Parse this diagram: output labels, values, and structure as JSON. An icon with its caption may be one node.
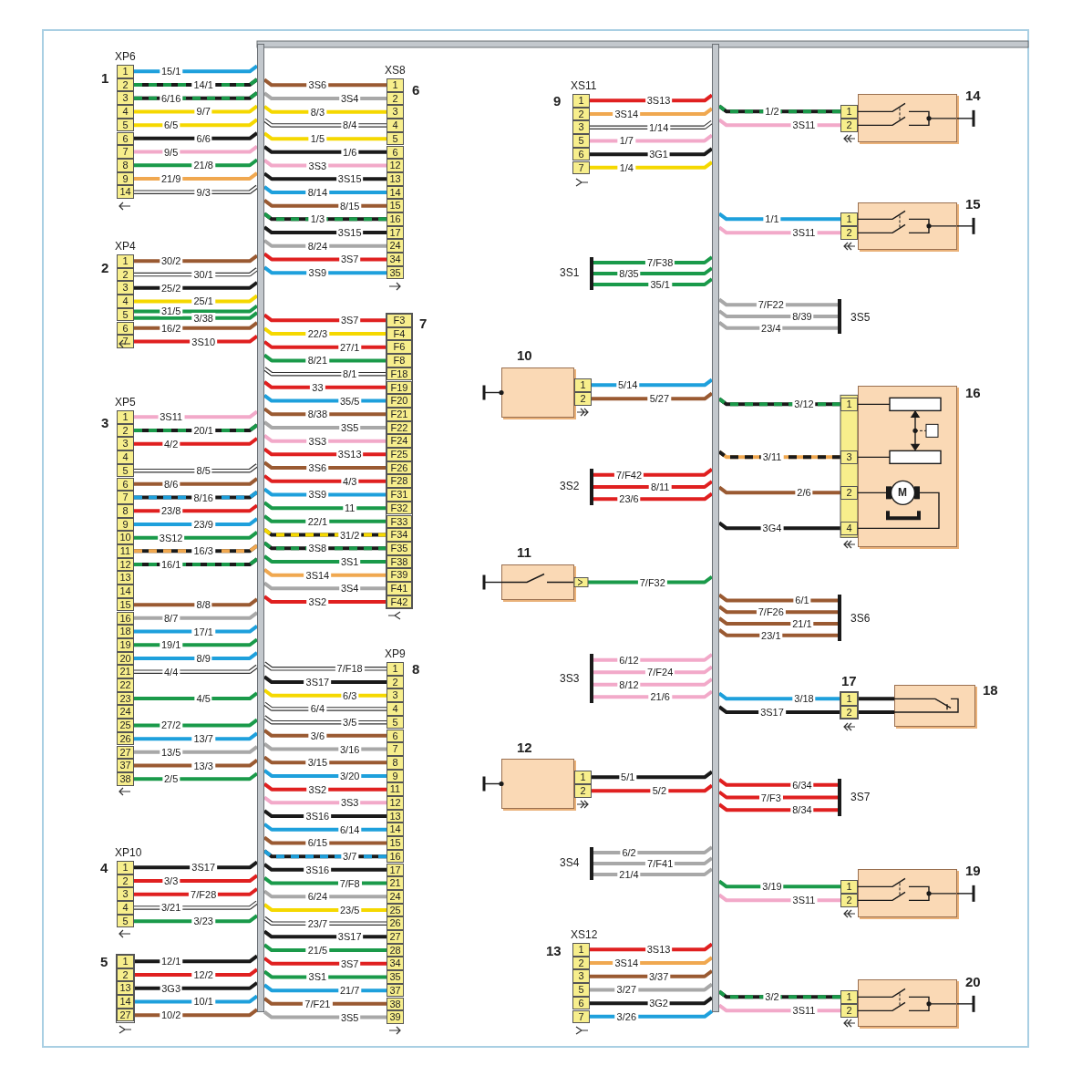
{
  "diagram": {
    "nodes": [
      {
        "text": [],
        "shape": "bar"
      },
      {
        "text": [],
        "shape": "bar"
      },
      {
        "text": [
          "XP6"
        ],
        "beside": [
          "1"
        ]
      },
      {
        "text": [
          "1"
        ],
        "in": 2
      },
      {
        "text": [
          "2"
        ],
        "in": 2
      },
      {
        "text": [
          "3"
        ],
        "in": 2
      },
      {
        "text": [
          "4"
        ],
        "in": 2
      },
      {
        "text": [
          "5"
        ],
        "in": 2
      },
      {
        "text": [
          "6"
        ],
        "in": 2
      },
      {
        "text": [
          "7"
        ],
        "in": 2
      },
      {
        "text": [
          "8"
        ],
        "in": 2
      },
      {
        "text": [
          "9"
        ],
        "in": 2
      },
      {
        "text": [
          "14"
        ],
        "in": 2
      },
      {
        "text": [
          "XP4"
        ],
        "beside": [
          "2"
        ]
      },
      {
        "text": [
          "1"
        ],
        "in": 13
      },
      {
        "text": [
          "2"
        ],
        "in": 13
      },
      {
        "text": [
          "3"
        ],
        "in": 13
      },
      {
        "text": [
          "4"
        ],
        "in": 13
      },
      {
        "text": [
          "5"
        ],
        "in": 13
      },
      {
        "text": [
          "6"
        ],
        "in": 13
      },
      {
        "text": [
          "7"
        ],
        "in": 13
      },
      {
        "text": [
          "XP5"
        ],
        "beside": [
          "3"
        ]
      },
      {
        "text": [
          "1"
        ],
        "in": 21
      },
      {
        "text": [
          "2"
        ],
        "in": 21
      },
      {
        "text": [
          "3"
        ],
        "in": 21
      },
      {
        "text": [
          "4"
        ],
        "in": 21
      },
      {
        "text": [
          "5"
        ],
        "in": 21
      },
      {
        "text": [
          "6"
        ],
        "in": 21
      },
      {
        "text": [
          "7"
        ],
        "in": 21
      },
      {
        "text": [
          "8"
        ],
        "in": 21
      },
      {
        "text": [
          "9"
        ],
        "in": 21
      },
      {
        "text": [
          "10"
        ],
        "in": 21
      },
      {
        "text": [
          "11"
        ],
        "in": 21
      },
      {
        "text": [
          "12"
        ],
        "in": 21
      },
      {
        "text": [
          "13"
        ],
        "in": 21
      },
      {
        "text": [
          "14"
        ],
        "in": 21
      },
      {
        "text": [
          "15"
        ],
        "in": 21
      },
      {
        "text": [
          "16"
        ],
        "in": 21
      },
      {
        "text": [
          "18"
        ],
        "in": 21
      },
      {
        "text": [
          "19"
        ],
        "in": 21
      },
      {
        "text": [
          "20"
        ],
        "in": 21
      },
      {
        "text": [
          "21"
        ],
        "in": 21
      },
      {
        "text": [
          "22"
        ],
        "in": 21
      },
      {
        "text": [
          "23"
        ],
        "in": 21
      },
      {
        "text": [
          "24"
        ],
        "in": 21
      },
      {
        "text": [
          "25"
        ],
        "in": 21
      },
      {
        "text": [
          "26"
        ],
        "in": 21
      },
      {
        "text": [
          "27"
        ],
        "in": 21
      },
      {
        "text": [
          "37"
        ],
        "in": 21
      },
      {
        "text": [
          "38"
        ],
        "in": 21
      },
      {
        "text": [
          "XP10"
        ],
        "beside": [
          "4"
        ]
      },
      {
        "text": [
          "1"
        ],
        "in": 50
      },
      {
        "text": [
          "2"
        ],
        "in": 50
      },
      {
        "text": [
          "3"
        ],
        "in": 50
      },
      {
        "text": [
          "4"
        ],
        "in": 50
      },
      {
        "text": [
          "5"
        ],
        "in": 50
      },
      {
        "text": [],
        "shape": "box",
        "beside": [
          "5"
        ]
      },
      {
        "text": [
          "1"
        ],
        "in": 56
      },
      {
        "text": [
          "2"
        ],
        "in": 56
      },
      {
        "text": [
          "13"
        ],
        "in": 56
      },
      {
        "text": [
          "14"
        ],
        "in": 56
      },
      {
        "text": [
          "27"
        ],
        "in": 56
      },
      {
        "text": [
          "XS8"
        ],
        "beside": [
          "6"
        ]
      },
      {
        "text": [
          "1"
        ],
        "in": 62
      },
      {
        "text": [
          "2"
        ],
        "in": 62
      },
      {
        "text": [
          "3"
        ],
        "in": 62
      },
      {
        "text": [
          "4"
        ],
        "in": 62
      },
      {
        "text": [
          "5"
        ],
        "in": 62
      },
      {
        "text": [
          "6"
        ],
        "in": 62
      },
      {
        "text": [
          "12"
        ],
        "in": 62
      },
      {
        "text": [
          "13"
        ],
        "in": 62
      },
      {
        "text": [
          "14"
        ],
        "in": 62
      },
      {
        "text": [
          "15"
        ],
        "in": 62
      },
      {
        "text": [
          "16"
        ],
        "in": 62
      },
      {
        "text": [
          "17"
        ],
        "in": 62
      },
      {
        "text": [
          "24"
        ],
        "in": 62
      },
      {
        "text": [
          "34"
        ],
        "in": 62
      },
      {
        "text": [
          "35"
        ],
        "in": 62
      },
      {
        "text": [],
        "shape": "box",
        "beside": [
          "7"
        ]
      },
      {
        "text": [
          "F3"
        ],
        "in": 78
      },
      {
        "text": [
          "F4"
        ],
        "in": 78
      },
      {
        "text": [
          "F6"
        ],
        "in": 78
      },
      {
        "text": [
          "F8"
        ],
        "in": 78
      },
      {
        "text": [
          "F18"
        ],
        "in": 78
      },
      {
        "text": [
          "F19"
        ],
        "in": 78
      },
      {
        "text": [
          "F20"
        ],
        "in": 78
      },
      {
        "text": [
          "F21"
        ],
        "in": 78
      },
      {
        "text": [
          "F22"
        ],
        "in": 78
      },
      {
        "text": [
          "F24"
        ],
        "in": 78
      },
      {
        "text": [
          "F25"
        ],
        "in": 78
      },
      {
        "text": [
          "F26"
        ],
        "in": 78
      },
      {
        "text": [
          "F28"
        ],
        "in": 78
      },
      {
        "text": [
          "F31"
        ],
        "in": 78
      },
      {
        "text": [
          "F32"
        ],
        "in": 78
      },
      {
        "text": [
          "F33"
        ],
        "in": 78
      },
      {
        "text": [
          "F34"
        ],
        "in": 78
      },
      {
        "text": [
          "F35"
        ],
        "in": 78
      },
      {
        "text": [
          "F38"
        ],
        "in": 78
      },
      {
        "text": [
          "F39"
        ],
        "in": 78
      },
      {
        "text": [
          "F41"
        ],
        "in": 78
      },
      {
        "text": [
          "F42"
        ],
        "in": 78
      },
      {
        "text": [
          "XP9"
        ],
        "beside": [
          "8"
        ]
      },
      {
        "text": [
          "1"
        ],
        "in": 101
      },
      {
        "text": [
          "2"
        ],
        "in": 101
      },
      {
        "text": [
          "3"
        ],
        "in": 101
      },
      {
        "text": [
          "4"
        ],
        "in": 101
      },
      {
        "text": [
          "5"
        ],
        "in": 101
      },
      {
        "text": [
          "6"
        ],
        "in": 101
      },
      {
        "text": [
          "7"
        ],
        "in": 101
      },
      {
        "text": [
          "8"
        ],
        "in": 101
      },
      {
        "text": [
          "9"
        ],
        "in": 101
      },
      {
        "text": [
          "11"
        ],
        "in": 101
      },
      {
        "text": [
          "12"
        ],
        "in": 101
      },
      {
        "text": [
          "13"
        ],
        "in": 101
      },
      {
        "text": [
          "14"
        ],
        "in": 101
      },
      {
        "text": [
          "15"
        ],
        "in": 101
      },
      {
        "text": [
          "16"
        ],
        "in": 101
      },
      {
        "text": [
          "17"
        ],
        "in": 101
      },
      {
        "text": [
          "21"
        ],
        "in": 101
      },
      {
        "text": [
          "24"
        ],
        "in": 101
      },
      {
        "text": [
          "25"
        ],
        "in": 101
      },
      {
        "text": [
          "26"
        ],
        "in": 101
      },
      {
        "text": [
          "27"
        ],
        "in": 101
      },
      {
        "text": [
          "28"
        ],
        "in": 101
      },
      {
        "text": [
          "34"
        ],
        "in": 101
      },
      {
        "text": [
          "35"
        ],
        "in": 101
      },
      {
        "text": [
          "37"
        ],
        "in": 101
      },
      {
        "text": [
          "38"
        ],
        "in": 101
      },
      {
        "text": [
          "39"
        ],
        "in": 101
      },
      {
        "text": [
          "XS11"
        ],
        "beside": [
          "9"
        ]
      },
      {
        "text": [
          "1"
        ],
        "in": 129
      },
      {
        "text": [
          "2"
        ],
        "in": 129
      },
      {
        "text": [
          "3"
        ],
        "in": 129
      },
      {
        "text": [
          "5"
        ],
        "in": 129
      },
      {
        "text": [
          "6"
        ],
        "in": 129
      },
      {
        "text": [
          "7"
        ],
        "in": 129
      },
      {
        "text": [],
        "shape": "bar",
        "beside": [
          "3S1"
        ]
      },
      {
        "text": [],
        "shape": "box",
        "beside": [
          "10"
        ]
      },
      {
        "text": [
          "1"
        ]
      },
      {
        "text": [
          "2"
        ]
      },
      {
        "text": [],
        "shape": "bar",
        "beside": [
          "3S2"
        ]
      },
      {
        "text": [],
        "shape": "box",
        "beside": [
          "11"
        ]
      },
      {
        "text": [],
        "shape": "bar",
        "beside": [
          "3S3"
        ]
      },
      {
        "text": [],
        "shape": "box",
        "beside": [
          "12"
        ]
      },
      {
        "text": [
          "1"
        ]
      },
      {
        "text": [
          "2"
        ]
      },
      {
        "text": [],
        "shape": "bar",
        "beside": [
          "3S4"
        ]
      },
      {
        "text": [
          "XS12"
        ],
        "beside": [
          "13"
        ]
      },
      {
        "text": [
          "1"
        ],
        "in": 147
      },
      {
        "text": [
          "2"
        ],
        "in": 147
      },
      {
        "text": [
          "3"
        ],
        "in": 147
      },
      {
        "text": [
          "5"
        ],
        "in": 147
      },
      {
        "text": [
          "6"
        ],
        "in": 147
      },
      {
        "text": [
          "7"
        ],
        "in": 147
      },
      {
        "text": [],
        "shape": "box",
        "beside": [
          "14"
        ]
      },
      {
        "text": [
          "1"
        ]
      },
      {
        "text": [
          "2"
        ]
      },
      {
        "text": [],
        "shape": "box",
        "beside": [
          "15"
        ]
      },
      {
        "text": [
          "1"
        ]
      },
      {
        "text": [
          "2"
        ]
      },
      {
        "text": [],
        "shape": "bar",
        "beside": [
          "3S5"
        ]
      },
      {
        "text": [],
        "shape": "box",
        "beside": [
          "16"
        ]
      },
      {
        "text": [
          "1"
        ]
      },
      {
        "text": [
          "3"
        ]
      },
      {
        "text": [
          "2"
        ]
      },
      {
        "text": [
          "4"
        ]
      },
      {
        "text": [],
        "shape": "bar",
        "beside": [
          "3S6"
        ]
      },
      {
        "text": [],
        "shape": "box",
        "beside": [
          "17"
        ]
      },
      {
        "text": [
          "1"
        ],
        "in": 167
      },
      {
        "text": [
          "2"
        ],
        "in": 167
      },
      {
        "text": [],
        "shape": "box",
        "beside": [
          "18"
        ]
      },
      {
        "text": [],
        "shape": "bar",
        "beside": [
          "3S7"
        ]
      },
      {
        "text": [],
        "shape": "box",
        "beside": [
          "19"
        ]
      },
      {
        "text": [
          "1"
        ]
      },
      {
        "text": [
          "2"
        ]
      },
      {
        "text": [],
        "shape": "box",
        "beside": [
          "20"
        ]
      },
      {
        "text": [
          "1"
        ]
      },
      {
        "text": [
          "2"
        ]
      }
    ],
    "edges": [
      {
        "from": 3,
        "to": 0,
        "arrow": "none",
        "label": "15/1",
        "color": "#1ea0dc"
      },
      {
        "from": 4,
        "to": 0,
        "arrow": "none",
        "label": "14/1",
        "color": "#1a9a4a",
        "style": "dashed"
      },
      {
        "from": 5,
        "to": 0,
        "arrow": "none",
        "label": "6/16",
        "color": "#1a9a4a",
        "style": "dashed"
      },
      {
        "from": 6,
        "to": 0,
        "arrow": "none",
        "label": "9/7",
        "color": "#f5d800"
      },
      {
        "from": 7,
        "to": 0,
        "arrow": "none",
        "label": "6/5",
        "color": "#f5d800"
      },
      {
        "from": 8,
        "to": 0,
        "arrow": "none",
        "label": "6/6",
        "color": "#1a1a1a"
      },
      {
        "from": 9,
        "to": 0,
        "arrow": "none",
        "label": "9/5",
        "color": "#f2a9c9"
      },
      {
        "from": 10,
        "to": 0,
        "arrow": "none",
        "label": "21/8",
        "color": "#1a9a4a"
      },
      {
        "from": 11,
        "to": 0,
        "arrow": "none",
        "label": "21/9",
        "color": "#f0a850"
      },
      {
        "from": 12,
        "to": 0,
        "arrow": "none",
        "label": "9/3",
        "color": "#ffffff"
      },
      {
        "from": 14,
        "to": 0,
        "arrow": "none",
        "label": "30/2",
        "color": "#9a5a32"
      },
      {
        "from": 15,
        "to": 0,
        "arrow": "none",
        "label": "30/1",
        "color": "#ffffff"
      },
      {
        "from": 16,
        "to": 0,
        "arrow": "none",
        "label": "25/2",
        "color": "#1a1a1a"
      },
      {
        "from": 17,
        "to": 0,
        "arrow": "none",
        "label": "25/1",
        "color": "#f5d800"
      },
      {
        "from": 18,
        "to": 0,
        "arrow": "none",
        "label": "31/5",
        "color": "#1a9a4a"
      },
      {
        "from": 18,
        "to": 0,
        "arrow": "none",
        "label": "3/38",
        "color": "#1a9a4a"
      },
      {
        "from": 19,
        "to": 0,
        "arrow": "none",
        "label": "16/2",
        "color": "#9a5a32"
      },
      {
        "from": 20,
        "to": 0,
        "arrow": "none",
        "label": "3S10",
        "color": "#e02020"
      },
      {
        "from": 22,
        "to": 0,
        "arrow": "none",
        "label": "3S11",
        "color": "#f2a9c9"
      },
      {
        "from": 23,
        "to": 0,
        "arrow": "none",
        "label": "20/1",
        "color": "#1a9a4a",
        "style": "dashed"
      },
      {
        "from": 24,
        "to": 0,
        "arrow": "none",
        "label": "4/2",
        "color": "#e02020"
      },
      {
        "from": 26,
        "to": 0,
        "arrow": "none",
        "label": "8/5",
        "color": "#ffffff"
      },
      {
        "from": 27,
        "to": 0,
        "arrow": "none",
        "label": "8/6",
        "color": "#9a5a32"
      },
      {
        "from": 28,
        "to": 0,
        "arrow": "none",
        "label": "8/16",
        "color": "#1ea0dc",
        "style": "dashed"
      },
      {
        "from": 29,
        "to": 0,
        "arrow": "none",
        "label": "23/8",
        "color": "#e02020"
      },
      {
        "from": 30,
        "to": 0,
        "arrow": "none",
        "label": "23/9",
        "color": "#1ea0dc"
      },
      {
        "from": 31,
        "to": 0,
        "arrow": "none",
        "label": "3S12",
        "color": "#1a9a4a"
      },
      {
        "from": 32,
        "to": 0,
        "arrow": "none",
        "label": "16/3",
        "color": "#f0a850",
        "style": "dashed"
      },
      {
        "from": 33,
        "to": 0,
        "arrow": "none",
        "label": "16/1",
        "color": "#1a9a4a",
        "style": "dashed"
      },
      {
        "from": 36,
        "to": 0,
        "arrow": "none",
        "label": "8/8",
        "color": "#9a5a32"
      },
      {
        "from": 37,
        "to": 0,
        "arrow": "none",
        "label": "8/7",
        "color": "#a8a8a8"
      },
      {
        "from": 38,
        "to": 0,
        "arrow": "none",
        "label": "17/1",
        "color": "#1ea0dc"
      },
      {
        "from": 39,
        "to": 0,
        "arrow": "none",
        "label": "19/1",
        "color": "#1a9a4a"
      },
      {
        "from": 40,
        "to": 0,
        "arrow": "none",
        "label": "8/9",
        "color": "#1ea0dc"
      },
      {
        "from": 41,
        "to": 0,
        "arrow": "none",
        "label": "4/4",
        "color": "#ffffff"
      },
      {
        "from": 43,
        "to": 0,
        "arrow": "none",
        "label": "4/5",
        "color": "#1a9a4a"
      },
      {
        "from": 45,
        "to": 0,
        "arrow": "none",
        "label": "27/2",
        "color": "#1a9a4a"
      },
      {
        "from": 46,
        "to": 0,
        "arrow": "none",
        "label": "13/7",
        "color": "#1ea0dc"
      },
      {
        "from": 47,
        "to": 0,
        "arrow": "none",
        "label": "13/5",
        "color": "#a8a8a8"
      },
      {
        "from": 48,
        "to": 0,
        "arrow": "none",
        "label": "13/3",
        "color": "#9a5a32"
      },
      {
        "from": 49,
        "to": 0,
        "arrow": "none",
        "label": "2/5",
        "color": "#1a9a4a"
      },
      {
        "from": 51,
        "to": 0,
        "arrow": "none",
        "label": "3S17",
        "color": "#1a1a1a"
      },
      {
        "from": 52,
        "to": 0,
        "arrow": "none",
        "label": "3/3",
        "color": "#e02020"
      },
      {
        "from": 53,
        "to": 0,
        "arrow": "none",
        "label": "7/F28",
        "color": "#e02020"
      },
      {
        "from": 54,
        "to": 0,
        "arrow": "none",
        "label": "3/21",
        "color": "#ffffff"
      },
      {
        "from": 55,
        "to": 0,
        "arrow": "none",
        "label": "3/23",
        "color": "#1a9a4a"
      },
      {
        "from": 57,
        "to": 0,
        "arrow": "none",
        "label": "12/1",
        "color": "#1a1a1a"
      },
      {
        "from": 58,
        "to": 0,
        "arrow": "none",
        "label": "12/2",
        "color": "#e02020"
      },
      {
        "from": 59,
        "to": 0,
        "arrow": "none",
        "label": "3G3",
        "color": "#1a1a1a"
      },
      {
        "from": 60,
        "to": 0,
        "arrow": "none",
        "label": "10/1",
        "color": "#1ea0dc"
      },
      {
        "from": 61,
        "to": 0,
        "arrow": "none",
        "label": "10/2",
        "color": "#9a5a32"
      },
      {
        "from": 63,
        "to": 0,
        "arrow": "none",
        "label": "3S6",
        "color": "#9a5a32"
      },
      {
        "from": 64,
        "to": 0,
        "arrow": "none",
        "label": "3S4",
        "color": "#a8a8a8"
      },
      {
        "from": 65,
        "to": 0,
        "arrow": "none",
        "label": "8/3",
        "color": "#f5d800"
      },
      {
        "from": 66,
        "to": 0,
        "arrow": "none",
        "label": "8/4",
        "color": "#ffffff"
      },
      {
        "from": 67,
        "to": 0,
        "arrow": "none",
        "label": "1/5",
        "color": "#f5d800"
      },
      {
        "from": 68,
        "to": 0,
        "arrow": "none",
        "label": "1/6",
        "color": "#1a1a1a"
      },
      {
        "from": 69,
        "to": 0,
        "arrow": "none",
        "label": "3S3",
        "color": "#f2a9c9"
      },
      {
        "from": 70,
        "to": 0,
        "arrow": "none",
        "label": "3S15",
        "color": "#1a1a1a"
      },
      {
        "from": 71,
        "to": 0,
        "arrow": "none",
        "label": "8/14",
        "color": "#1ea0dc"
      },
      {
        "from": 72,
        "to": 0,
        "arrow": "none",
        "label": "8/15",
        "color": "#9a5a32"
      },
      {
        "from": 73,
        "to": 0,
        "arrow": "none",
        "label": "1/3",
        "color": "#1a9a4a",
        "style": "dashed"
      },
      {
        "from": 74,
        "to": 0,
        "arrow": "none",
        "label": "3S15",
        "color": "#1a1a1a"
      },
      {
        "from": 75,
        "to": 0,
        "arrow": "none",
        "label": "8/24",
        "color": "#a8a8a8"
      },
      {
        "from": 76,
        "to": 0,
        "arrow": "none",
        "label": "3S7",
        "color": "#e02020"
      },
      {
        "from": 77,
        "to": 0,
        "arrow": "none",
        "label": "3S9",
        "color": "#1ea0dc"
      },
      {
        "from": 79,
        "to": 0,
        "arrow": "none",
        "label": "3S7",
        "color": "#e02020"
      },
      {
        "from": 80,
        "to": 0,
        "arrow": "none",
        "label": "22/3",
        "color": "#f5d800"
      },
      {
        "from": 81,
        "to": 0,
        "arrow": "none",
        "label": "27/1",
        "color": "#e02020"
      },
      {
        "from": 82,
        "to": 0,
        "arrow": "none",
        "label": "8/21",
        "color": "#1a9a4a"
      },
      {
        "from": 83,
        "to": 0,
        "arrow": "none",
        "label": "8/1",
        "color": "#ffffff"
      },
      {
        "from": 84,
        "to": 0,
        "arrow": "none",
        "label": "33",
        "color": "#e02020"
      },
      {
        "from": 85,
        "to": 0,
        "arrow": "none",
        "label": "35/5",
        "color": "#1ea0dc"
      },
      {
        "from": 86,
        "to": 0,
        "arrow": "none",
        "label": "8/38",
        "color": "#9a5a32"
      },
      {
        "from": 87,
        "to": 0,
        "arrow": "none",
        "label": "3S5",
        "color": "#a8a8a8"
      },
      {
        "from": 88,
        "to": 0,
        "arrow": "none",
        "label": "3S3",
        "color": "#f2a9c9"
      },
      {
        "from": 89,
        "to": 0,
        "arrow": "none",
        "label": "3S13",
        "color": "#e02020"
      },
      {
        "from": 90,
        "to": 0,
        "arrow": "none",
        "label": "3S6",
        "color": "#9a5a32"
      },
      {
        "from": 91,
        "to": 0,
        "arrow": "none",
        "label": "4/3",
        "color": "#e02020"
      },
      {
        "from": 92,
        "to": 0,
        "arrow": "none",
        "label": "3S9",
        "color": "#1ea0dc"
      },
      {
        "from": 93,
        "to": 0,
        "arrow": "none",
        "label": "11",
        "color": "#1a9a4a"
      },
      {
        "from": 94,
        "to": 0,
        "arrow": "none",
        "label": "22/1",
        "color": "#1a9a4a"
      },
      {
        "from": 95,
        "to": 0,
        "arrow": "none",
        "label": "31/2",
        "color": "#f5d800",
        "style": "dashed"
      },
      {
        "from": 96,
        "to": 0,
        "arrow": "none",
        "label": "3S8",
        "color": "#1a9a4a",
        "style": "dashed"
      },
      {
        "from": 97,
        "to": 0,
        "arrow": "none",
        "label": "3S1",
        "color": "#1a9a4a"
      },
      {
        "from": 98,
        "to": 0,
        "arrow": "none",
        "label": "3S14",
        "color": "#f0a850"
      },
      {
        "from": 99,
        "to": 0,
        "arrow": "none",
        "label": "3S4",
        "color": "#a8a8a8"
      },
      {
        "from": 100,
        "to": 0,
        "arrow": "none",
        "label": "3S2",
        "color": "#e02020"
      },
      {
        "from": 102,
        "to": 0,
        "arrow": "none",
        "label": "7/F18",
        "color": "#ffffff"
      },
      {
        "from": 103,
        "to": 0,
        "arrow": "none",
        "label": "3S17",
        "color": "#1a1a1a"
      },
      {
        "from": 104,
        "to": 0,
        "arrow": "none",
        "label": "6/3",
        "color": "#f5d800"
      },
      {
        "from": 105,
        "to": 0,
        "arrow": "none",
        "label": "6/4",
        "color": "#ffffff"
      },
      {
        "from": 106,
        "to": 0,
        "arrow": "none",
        "label": "3/5",
        "color": "#ffffff"
      },
      {
        "from": 107,
        "to": 0,
        "arrow": "none",
        "label": "3/6",
        "color": "#9a5a32"
      },
      {
        "from": 108,
        "to": 0,
        "arrow": "none",
        "label": "3/16",
        "color": "#a8a8a8"
      },
      {
        "from": 109,
        "to": 0,
        "arrow": "none",
        "label": "3/15",
        "color": "#9a5a32"
      },
      {
        "from": 110,
        "to": 0,
        "arrow": "none",
        "label": "3/20",
        "color": "#1ea0dc"
      },
      {
        "from": 111,
        "to": 0,
        "arrow": "none",
        "label": "3S2",
        "color": "#e02020"
      },
      {
        "from": 112,
        "to": 0,
        "arrow": "none",
        "label": "3S3",
        "color": "#f2a9c9"
      },
      {
        "from": 113,
        "to": 0,
        "arrow": "none",
        "label": "3S16",
        "color": "#1a1a1a"
      },
      {
        "from": 114,
        "to": 0,
        "arrow": "none",
        "label": "6/14",
        "color": "#1ea0dc"
      },
      {
        "from": 115,
        "to": 0,
        "arrow": "none",
        "label": "6/15",
        "color": "#9a5a32"
      },
      {
        "from": 116,
        "to": 0,
        "arrow": "none",
        "label": "3/7",
        "color": "#1ea0dc",
        "style": "dashed"
      },
      {
        "from": 117,
        "to": 0,
        "arrow": "none",
        "label": "3S16",
        "color": "#1a1a1a"
      },
      {
        "from": 118,
        "to": 0,
        "arrow": "none",
        "label": "7/F8",
        "color": "#1a9a4a"
      },
      {
        "from": 119,
        "to": 0,
        "arrow": "none",
        "label": "6/24",
        "color": "#a8a8a8"
      },
      {
        "from": 120,
        "to": 0,
        "arrow": "none",
        "label": "23/5",
        "color": "#f5d800"
      },
      {
        "from": 121,
        "to": 0,
        "arrow": "none",
        "label": "23/7",
        "color": "#ffffff"
      },
      {
        "from": 122,
        "to": 0,
        "arrow": "none",
        "label": "3S17",
        "color": "#1a1a1a"
      },
      {
        "from": 123,
        "to": 0,
        "arrow": "none",
        "label": "21/5",
        "color": "#1a9a4a"
      },
      {
        "from": 124,
        "to": 0,
        "arrow": "none",
        "label": "3S7",
        "color": "#e02020"
      },
      {
        "from": 125,
        "to": 0,
        "arrow": "none",
        "label": "3S1",
        "color": "#1a9a4a"
      },
      {
        "from": 126,
        "to": 0,
        "arrow": "none",
        "label": "21/7",
        "color": "#1ea0dc"
      },
      {
        "from": 127,
        "to": 0,
        "arrow": "none",
        "label": "7/F21",
        "color": "#9a5a32"
      },
      {
        "from": 128,
        "to": 0,
        "arrow": "none",
        "label": "3S5",
        "color": "#a8a8a8"
      },
      {
        "from": 130,
        "to": 1,
        "arrow": "none",
        "label": "3S13",
        "color": "#e02020"
      },
      {
        "from": 131,
        "to": 1,
        "arrow": "none",
        "label": "3S14",
        "color": "#f0a850"
      },
      {
        "from": 132,
        "to": 1,
        "arrow": "none",
        "label": "1/14",
        "color": "#ffffff"
      },
      {
        "from": 133,
        "to": 1,
        "arrow": "none",
        "label": "1/7",
        "color": "#f2a9c9"
      },
      {
        "from": 134,
        "to": 1,
        "arrow": "none",
        "label": "3G1",
        "color": "#1a1a1a"
      },
      {
        "from": 135,
        "to": 1,
        "arrow": "none",
        "label": "1/4",
        "color": "#f5d800"
      },
      {
        "from": 136,
        "to": 1,
        "arrow": "none",
        "label": "7/F38",
        "color": "#1a9a4a"
      },
      {
        "from": 136,
        "to": 1,
        "arrow": "none",
        "label": "8/35",
        "color": "#1a9a4a"
      },
      {
        "from": 136,
        "to": 1,
        "arrow": "none",
        "label": "35/1",
        "color": "#1a9a4a"
      },
      {
        "from": 138,
        "to": 1,
        "arrow": "none",
        "label": "5/14",
        "color": "#1ea0dc"
      },
      {
        "from": 139,
        "to": 1,
        "arrow": "none",
        "label": "5/27",
        "color": "#9a5a32"
      },
      {
        "from": 140,
        "to": 1,
        "arrow": "none",
        "label": "7/F42",
        "color": "#e02020"
      },
      {
        "from": 140,
        "to": 1,
        "arrow": "none",
        "label": "8/11",
        "color": "#e02020"
      },
      {
        "from": 140,
        "to": 1,
        "arrow": "none",
        "label": "23/6",
        "color": "#e02020"
      },
      {
        "from": 141,
        "to": 1,
        "arrow": "none",
        "label": "7/F32",
        "color": "#1a9a4a"
      },
      {
        "from": 142,
        "to": 1,
        "arrow": "none",
        "label": "6/12",
        "color": "#f2a9c9"
      },
      {
        "from": 142,
        "to": 1,
        "arrow": "none",
        "label": "7/F24",
        "color": "#f2a9c9"
      },
      {
        "from": 142,
        "to": 1,
        "arrow": "none",
        "label": "8/12",
        "color": "#f2a9c9"
      },
      {
        "from": 142,
        "to": 1,
        "arrow": "none",
        "label": "21/6",
        "color": "#f2a9c9"
      },
      {
        "from": 144,
        "to": 1,
        "arrow": "none",
        "label": "5/1",
        "color": "#1a1a1a"
      },
      {
        "from": 145,
        "to": 1,
        "arrow": "none",
        "label": "5/2",
        "color": "#e02020"
      },
      {
        "from": 146,
        "to": 1,
        "arrow": "none",
        "label": "6/2",
        "color": "#a8a8a8"
      },
      {
        "from": 146,
        "to": 1,
        "arrow": "none",
        "label": "7/F41",
        "color": "#a8a8a8"
      },
      {
        "from": 146,
        "to": 1,
        "arrow": "none",
        "label": "21/4",
        "color": "#a8a8a8"
      },
      {
        "from": 148,
        "to": 1,
        "arrow": "none",
        "label": "3S13",
        "color": "#e02020"
      },
      {
        "from": 149,
        "to": 1,
        "arrow": "none",
        "label": "3S14",
        "color": "#f0a850"
      },
      {
        "from": 150,
        "to": 1,
        "arrow": "none",
        "label": "3/37",
        "color": "#9a5a32"
      },
      {
        "from": 151,
        "to": 1,
        "arrow": "none",
        "label": "3/27",
        "color": "#a8a8a8"
      },
      {
        "from": 152,
        "to": 1,
        "arrow": "none",
        "label": "3G2",
        "color": "#1a1a1a"
      },
      {
        "from": 153,
        "to": 1,
        "arrow": "none",
        "label": "3/26",
        "color": "#1ea0dc"
      },
      {
        "from": 155,
        "to": 1,
        "arrow": "none",
        "label": "1/2",
        "color": "#1a9a4a",
        "style": "dashed"
      },
      {
        "from": 156,
        "to": 1,
        "arrow": "none",
        "label": "3S11",
        "color": "#f2a9c9"
      },
      {
        "from": 158,
        "to": 1,
        "arrow": "none",
        "label": "1/1",
        "color": "#1ea0dc"
      },
      {
        "from": 159,
        "to": 1,
        "arrow": "none",
        "label": "3S11",
        "color": "#f2a9c9"
      },
      {
        "from": 160,
        "to": 1,
        "arrow": "none",
        "label": "7/F22",
        "color": "#a8a8a8"
      },
      {
        "from": 160,
        "to": 1,
        "arrow": "none",
        "label": "8/39",
        "color": "#a8a8a8"
      },
      {
        "from": 160,
        "to": 1,
        "arrow": "none",
        "label": "23/4",
        "color": "#a8a8a8"
      },
      {
        "from": 162,
        "to": 1,
        "arrow": "none",
        "label": "3/12",
        "color": "#1a9a4a",
        "style": "dashed"
      },
      {
        "from": 163,
        "to": 1,
        "arrow": "none",
        "label": "3/11",
        "color": "#1a1a1a",
        "style": "dashed"
      },
      {
        "from": 164,
        "to": 1,
        "arrow": "none",
        "label": "2/6",
        "color": "#9a5a32"
      },
      {
        "from": 165,
        "to": 1,
        "arrow": "none",
        "label": "3G4",
        "color": "#1a1a1a"
      },
      {
        "from": 166,
        "to": 1,
        "arrow": "none",
        "label": "6/1",
        "color": "#9a5a32"
      },
      {
        "from": 166,
        "to": 1,
        "arrow": "none",
        "label": "7/F26",
        "color": "#9a5a32"
      },
      {
        "from": 166,
        "to": 1,
        "arrow": "none",
        "label": "21/1",
        "color": "#9a5a32"
      },
      {
        "from": 166,
        "to": 1,
        "arrow": "none",
        "label": "23/1",
        "color": "#9a5a32"
      },
      {
        "from": 168,
        "to": 1,
        "arrow": "none",
        "label": "3/18",
        "color": "#1ea0dc"
      },
      {
        "from": 169,
        "to": 1,
        "arrow": "none",
        "label": "3S17",
        "color": "#1a1a1a"
      },
      {
        "from": 168,
        "to": 170,
        "arrow": "none",
        "color": "#1a1a1a"
      },
      {
        "from": 169,
        "to": 170,
        "arrow": "none",
        "color": "#1a1a1a"
      },
      {
        "from": 171,
        "to": 1,
        "arrow": "none",
        "label": "6/34",
        "color": "#e02020"
      },
      {
        "from": 171,
        "to": 1,
        "arrow": "none",
        "label": "7/F3",
        "color": "#e02020"
      },
      {
        "from": 171,
        "to": 1,
        "arrow": "none",
        "label": "8/34",
        "color": "#e02020"
      },
      {
        "from": 173,
        "to": 1,
        "arrow": "none",
        "label": "3/19",
        "color": "#1a9a4a"
      },
      {
        "from": 174,
        "to": 1,
        "arrow": "none",
        "label": "3S11",
        "color": "#f2a9c9"
      },
      {
        "from": 176,
        "to": 1,
        "arrow": "none",
        "label": "3/2",
        "color": "#1a9a4a",
        "style": "dashed"
      },
      {
        "from": 177,
        "to": 1,
        "arrow": "none",
        "label": "3S11",
        "color": "#f2a9c9"
      }
    ],
    "labels": [
      "M"
    ]
  }
}
